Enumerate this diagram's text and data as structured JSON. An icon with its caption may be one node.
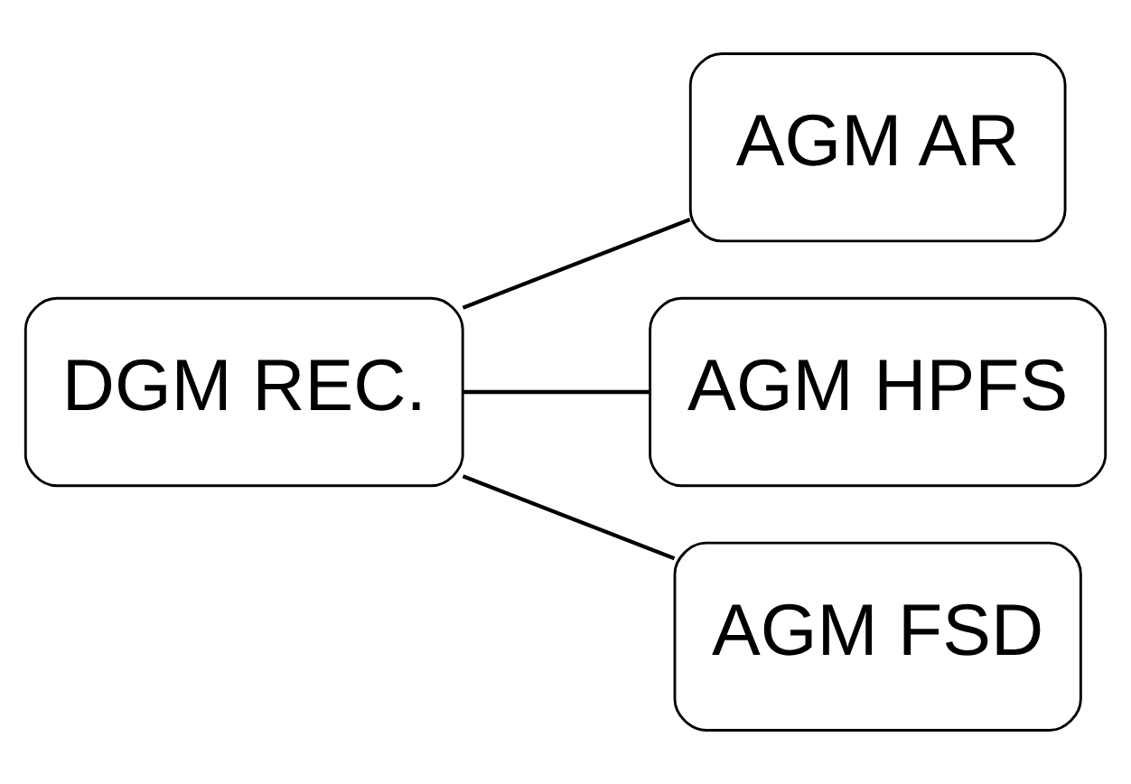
{
  "diagram": {
    "nodes": [
      {
        "text": [
          "DGM REC."
        ]
      },
      {
        "text": [
          "AGM AR"
        ]
      },
      {
        "text": [
          "AGM HPFS"
        ]
      },
      {
        "text": [
          "AGM FSD"
        ]
      }
    ],
    "edges": [
      {
        "from": 0,
        "to": 1,
        "arrow": "none"
      },
      {
        "from": 0,
        "to": 2,
        "arrow": "none"
      },
      {
        "from": 0,
        "to": 3,
        "arrow": "none"
      }
    ]
  }
}
